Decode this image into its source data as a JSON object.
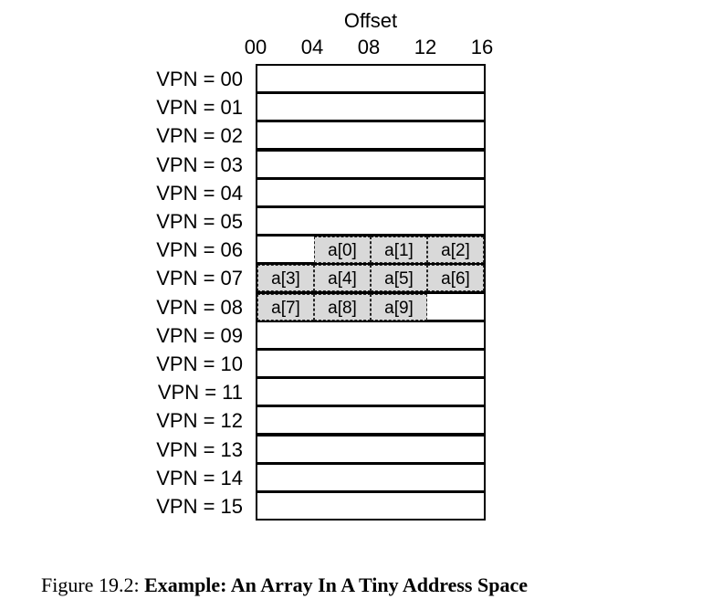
{
  "offset_axis": {
    "title": "Offset",
    "ticks": [
      "00",
      "04",
      "08",
      "12",
      "16"
    ]
  },
  "vpn_rows": [
    "VPN = 00",
    "VPN = 01",
    "VPN = 02",
    "VPN = 03",
    "VPN = 04",
    "VPN = 05",
    "VPN = 06",
    "VPN = 07",
    "VPN = 08",
    "VPN = 09",
    "VPN = 10",
    "VPN = 11",
    "VPN = 12",
    "VPN = 13",
    "VPN = 14",
    "VPN = 15"
  ],
  "array_cells": [
    {
      "label": "a[0]",
      "vpn": 6,
      "offset": 4
    },
    {
      "label": "a[1]",
      "vpn": 6,
      "offset": 8
    },
    {
      "label": "a[2]",
      "vpn": 6,
      "offset": 12
    },
    {
      "label": "a[3]",
      "vpn": 7,
      "offset": 0
    },
    {
      "label": "a[4]",
      "vpn": 7,
      "offset": 4
    },
    {
      "label": "a[5]",
      "vpn": 7,
      "offset": 8
    },
    {
      "label": "a[6]",
      "vpn": 7,
      "offset": 12
    },
    {
      "label": "a[7]",
      "vpn": 8,
      "offset": 0
    },
    {
      "label": "a[8]",
      "vpn": 8,
      "offset": 4
    },
    {
      "label": "a[9]",
      "vpn": 8,
      "offset": 8
    }
  ],
  "caption": {
    "number": "Figure 19.2:",
    "text": "Example: An Array In A Tiny Address Space"
  },
  "colors": {
    "array_fill": "#d9d9d9",
    "border": "#000000"
  }
}
